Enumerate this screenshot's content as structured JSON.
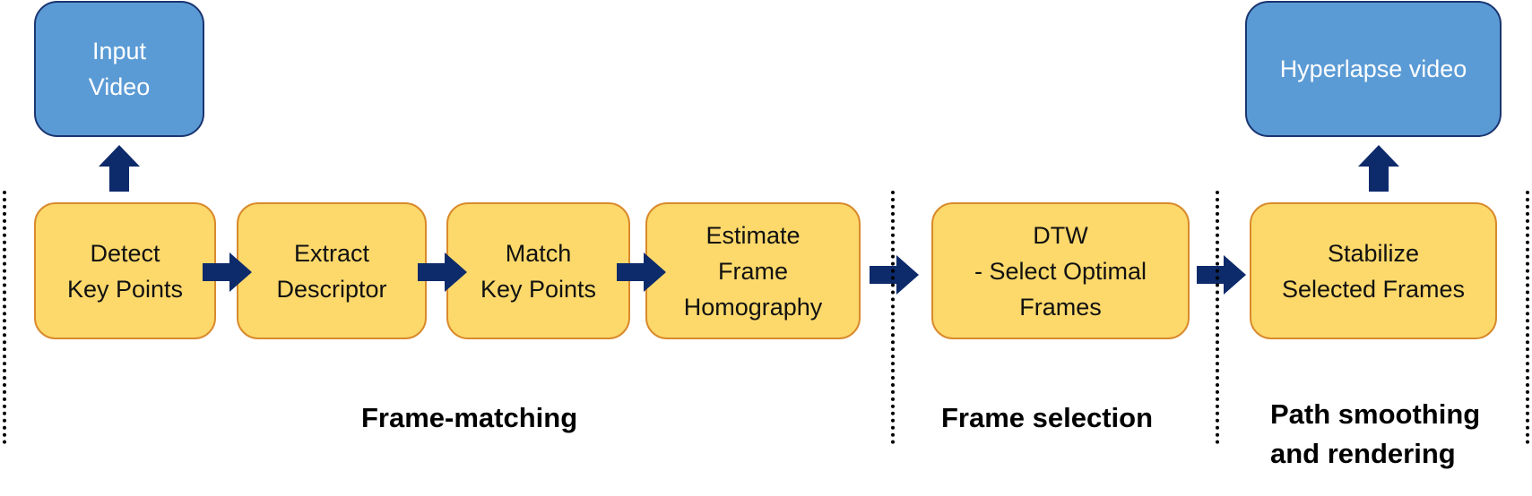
{
  "inputs": {
    "input_video": "Input\nVideo",
    "hyperlapse_video": "Hyperlapse video"
  },
  "steps": {
    "detect": "Detect\nKey Points",
    "extract": "Extract\nDescriptor",
    "match": "Match\nKey Points",
    "estimate": "Estimate\nFrame\nHomography",
    "dtw": "DTW\n- Select Optimal\nFrames",
    "stabilize": "Stabilize\nSelected Frames"
  },
  "stages": {
    "frame_matching": "Frame-matching",
    "frame_selection": "Frame selection",
    "path_smoothing": "Path smoothing\nand rendering"
  },
  "colors": {
    "step_fill": "#fdd96b",
    "step_border": "#d98a2c",
    "io_fill": "#5b9bd5",
    "io_border": "#1a3570",
    "arrow": "#0d2a6b"
  }
}
